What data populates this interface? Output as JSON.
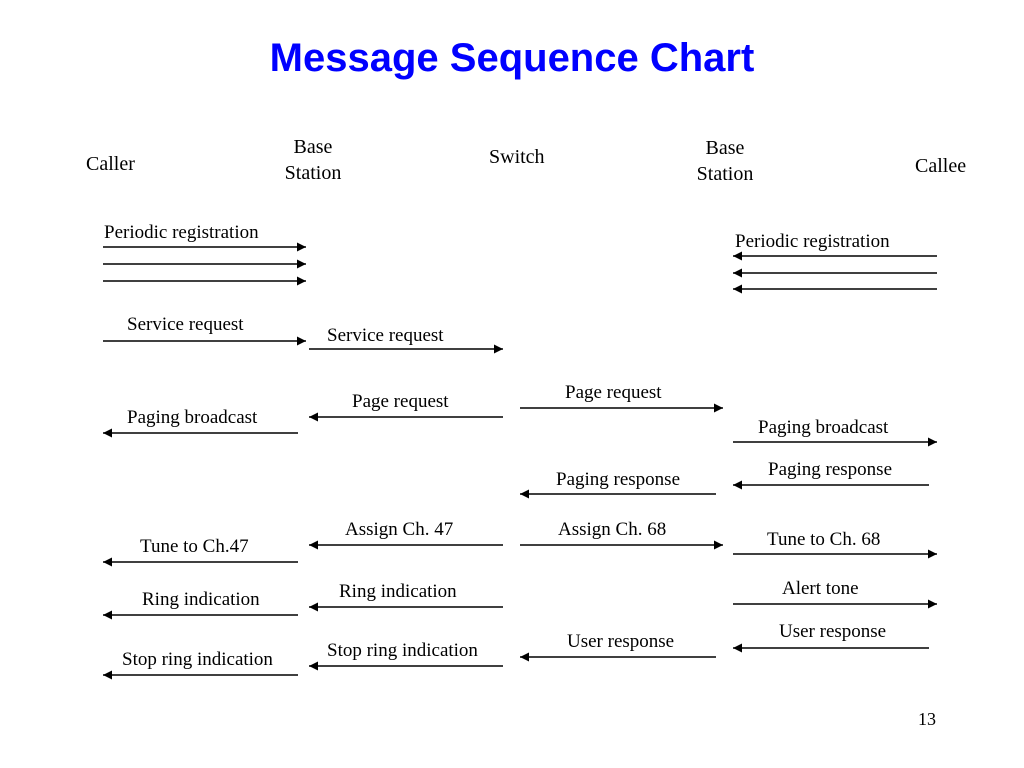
{
  "slide": {
    "title": "Message Sequence Chart",
    "page_number": "13",
    "text_color": "#000000",
    "title_color": "#0000ff"
  },
  "entities": {
    "caller": "Caller",
    "base_station_left": [
      "Base",
      "Station"
    ],
    "switch": "Switch",
    "base_station_right": [
      "Base",
      "Station"
    ],
    "callee": "Callee"
  },
  "messages": [
    {
      "id": "periodic-registration-left",
      "label": "Periodic registration",
      "from": "Caller",
      "to": "Base Station (left)",
      "repeats": 3
    },
    {
      "id": "periodic-registration-right",
      "label": "Periodic registration",
      "from": "Callee",
      "to": "Base Station (right)",
      "repeats": 3
    },
    {
      "id": "service-request-1",
      "label": "Service request",
      "from": "Caller",
      "to": "Base Station (left)"
    },
    {
      "id": "service-request-2",
      "label": "Service request",
      "from": "Base Station (left)",
      "to": "Switch"
    },
    {
      "id": "page-request-left",
      "label": "Page request",
      "from": "Switch",
      "to": "Base Station (left)"
    },
    {
      "id": "page-request-right",
      "label": "Page request",
      "from": "Switch",
      "to": "Base Station (right)"
    },
    {
      "id": "paging-broadcast-left",
      "label": "Paging broadcast",
      "from": "Base Station (left)",
      "to": "Caller"
    },
    {
      "id": "paging-broadcast-right",
      "label": "Paging broadcast",
      "from": "Base Station (right)",
      "to": "Callee"
    },
    {
      "id": "paging-response-1",
      "label": "Paging response",
      "from": "Callee",
      "to": "Base Station (right)"
    },
    {
      "id": "paging-response-2",
      "label": "Paging response",
      "from": "Base Station (right)",
      "to": "Switch"
    },
    {
      "id": "assign-ch-47",
      "label": "Assign Ch. 47",
      "from": "Switch",
      "to": "Base Station (left)"
    },
    {
      "id": "assign-ch-68",
      "label": "Assign Ch. 68",
      "from": "Switch",
      "to": "Base Station (right)"
    },
    {
      "id": "tune-ch-47",
      "label": "Tune to Ch.47",
      "from": "Base Station (left)",
      "to": "Caller"
    },
    {
      "id": "tune-ch-68",
      "label": "Tune to Ch. 68",
      "from": "Base Station (right)",
      "to": "Callee"
    },
    {
      "id": "ring-indication-1",
      "label": "Ring indication",
      "from": "Switch",
      "to": "Base Station (left)"
    },
    {
      "id": "ring-indication-2",
      "label": "Ring indication",
      "from": "Base Station (left)",
      "to": "Caller"
    },
    {
      "id": "alert-tone",
      "label": "Alert tone",
      "from": "Base Station (right)",
      "to": "Callee"
    },
    {
      "id": "user-response-1",
      "label": "User response",
      "from": "Callee",
      "to": "Base Station (right)"
    },
    {
      "id": "user-response-2",
      "label": "User response",
      "from": "Base Station (right)",
      "to": "Switch"
    },
    {
      "id": "stop-ring-indication-1",
      "label": "Stop ring indication",
      "from": "Switch",
      "to": "Base Station (left)"
    },
    {
      "id": "stop-ring-indication-2",
      "label": "Stop ring indication",
      "from": "Base Station (left)",
      "to": "Caller"
    }
  ]
}
